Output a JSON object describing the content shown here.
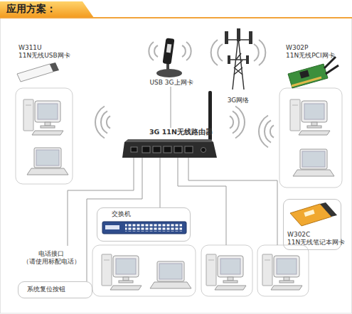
{
  "diagram": {
    "title": "应用方案：",
    "nodes": [
      {
        "text": [
          "W311U 11N无线USB网卡"
        ]
      },
      {
        "text": [
          "USB 3G上网卡"
        ]
      },
      {
        "text": [
          "3G网络"
        ]
      },
      {
        "text": [
          "W302P 11N无线PCI网卡"
        ]
      },
      {
        "text": [
          "3G 11N无线路由器"
        ]
      },
      {
        "text": [
          "W302C 11N无线笔记本网卡"
        ]
      },
      {
        "text": [
          "交换机"
        ]
      },
      {
        "text": [
          "电话接口 （请使用标配电话）"
        ]
      },
      {
        "text": [
          "系统复位按钮"
        ]
      }
    ],
    "edges": [
      {
        "from": 1,
        "to": 4,
        "arrow": "none"
      },
      {
        "from": 4,
        "to": 6,
        "arrow": "none"
      },
      {
        "from": 4,
        "to": 7,
        "arrow": "none"
      },
      {
        "from": 4,
        "to": 8,
        "arrow": "none"
      }
    ]
  }
}
